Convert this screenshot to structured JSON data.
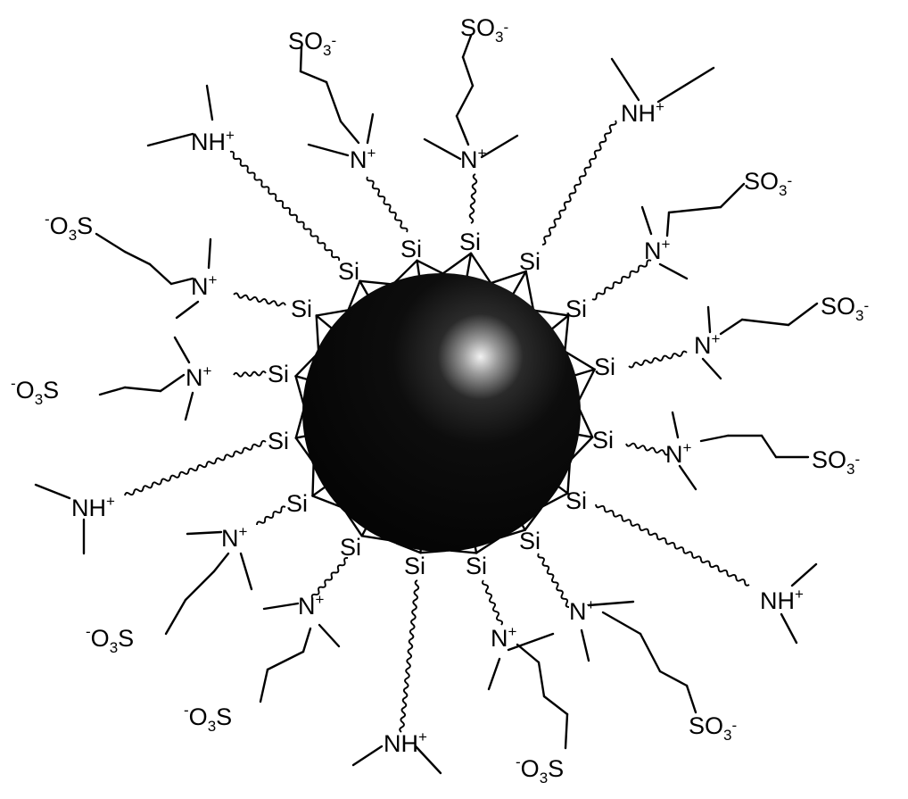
{
  "diagram": {
    "colors": {
      "ink": "#000000",
      "background": "#ffffff",
      "highlight": "#f2f2f2"
    },
    "labels": {
      "si": "Si",
      "nh": "NH",
      "n": "N",
      "plus": "+",
      "minus": "-",
      "s": "S",
      "o": "O",
      "so": "SO",
      "three": "3"
    }
  }
}
